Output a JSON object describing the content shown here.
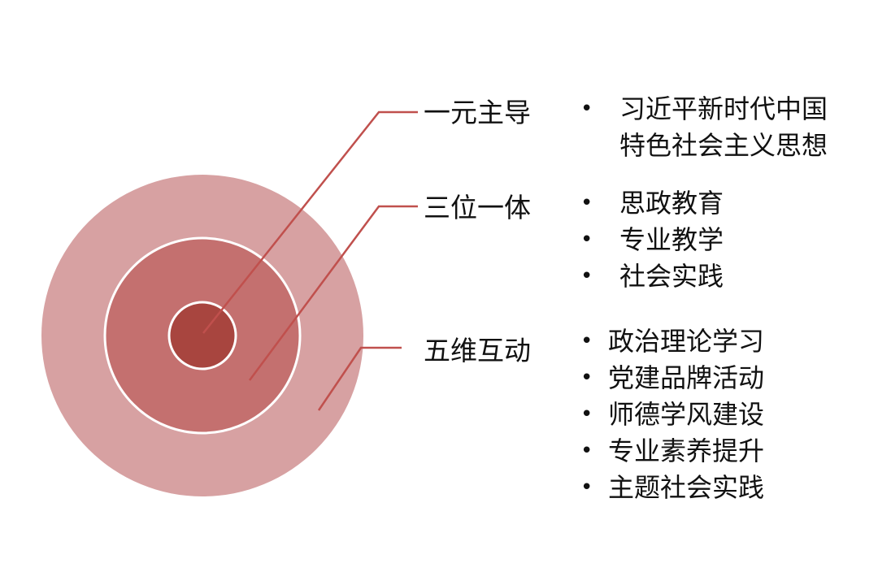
{
  "colors": {
    "outer_ring": "#d7a1a2",
    "middle_ring": "#c4706f",
    "inner_core": "#a8453f",
    "separator": "#ffffff",
    "leader_line": "#c0504d"
  },
  "tiers": [
    {
      "label": "一元主导",
      "items": [
        "习近平新时代中国",
        "特色社会主义思想"
      ]
    },
    {
      "label": "三位一体",
      "items": [
        "思政教育",
        "专业教学",
        "社会实践"
      ]
    },
    {
      "label": "五维互动",
      "items": [
        "政治理论学习",
        "党建品牌活动",
        "师德学风建设",
        "专业素养提升",
        "主题社会实践"
      ]
    }
  ]
}
